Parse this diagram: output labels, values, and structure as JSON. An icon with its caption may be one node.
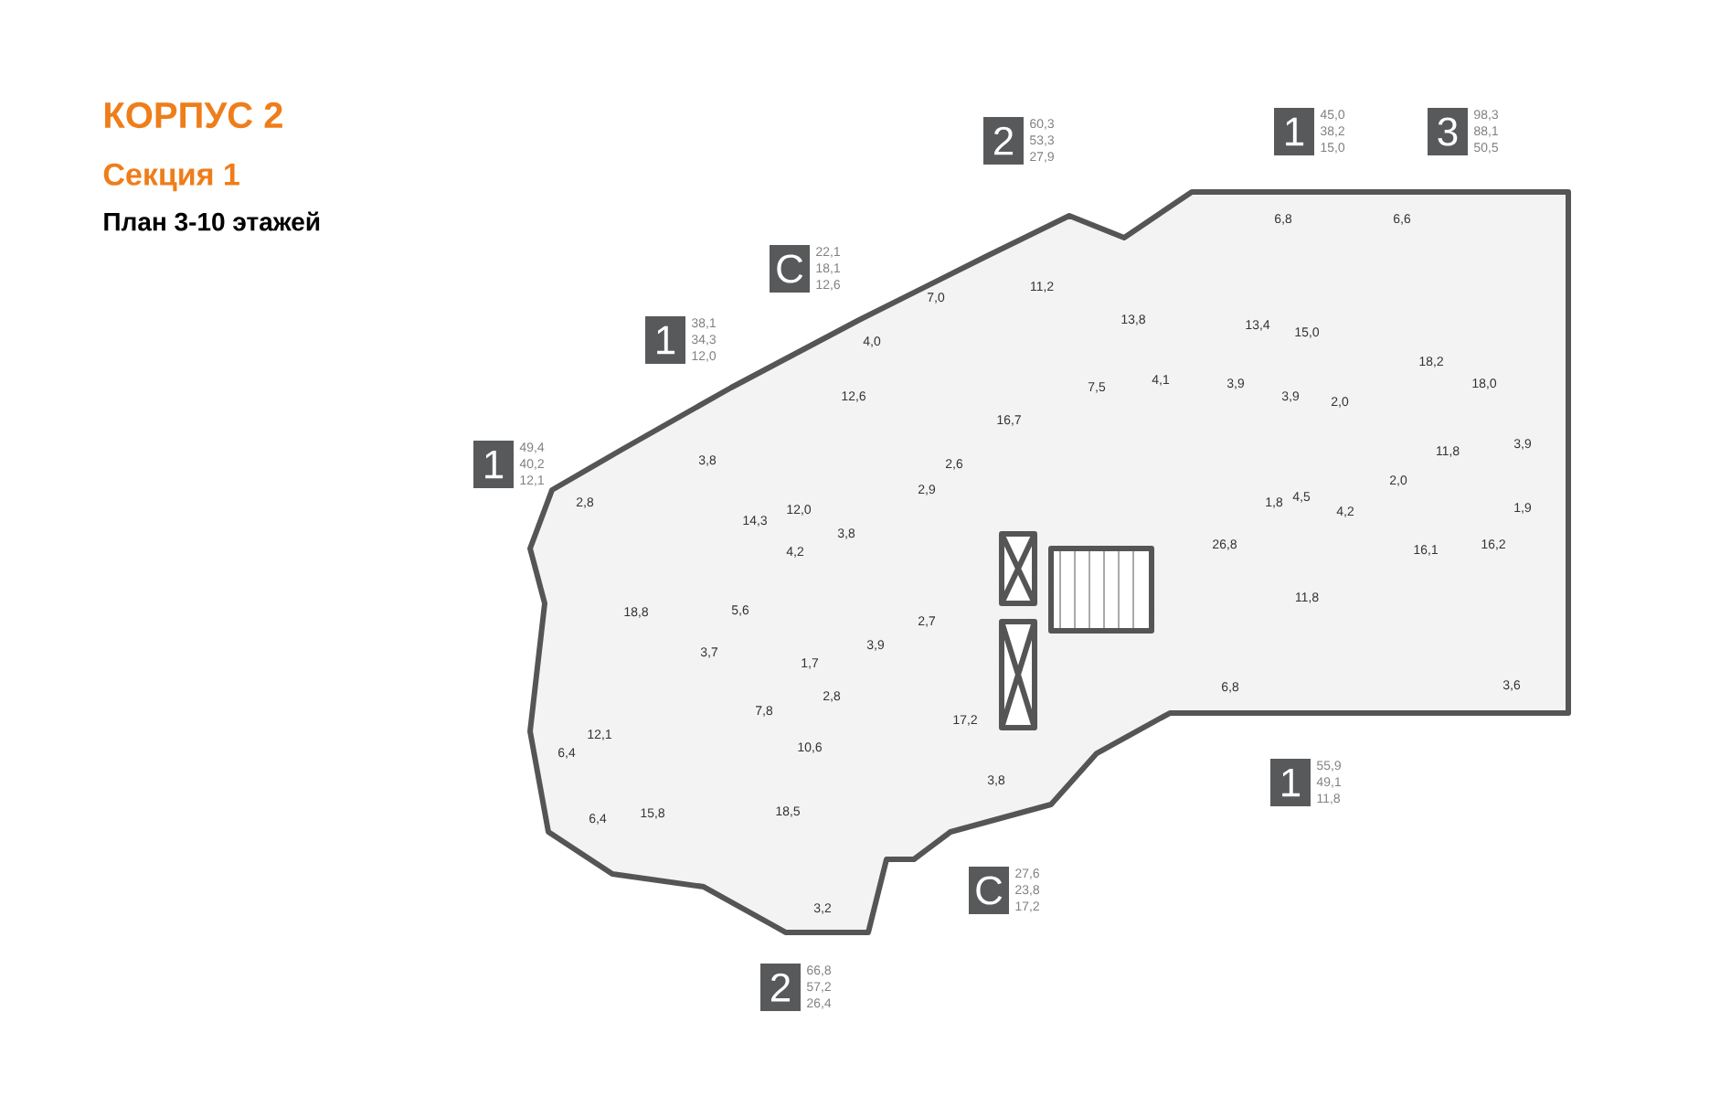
{
  "diagram": {
    "title": "КОРПУС 2",
    "nodes": [
      {
        "text": [
          "2"
        ],
        "beside": [
          "60,3",
          "53,3",
          "27,9"
        ]
      },
      {
        "text": [
          "1"
        ],
        "beside": [
          "45,0",
          "38,2",
          "15,0"
        ]
      },
      {
        "text": [
          "3"
        ],
        "beside": [
          "98,3",
          "88,1",
          "50,5"
        ]
      },
      {
        "text": [
          "С"
        ],
        "beside": [
          "22,1",
          "18,1",
          "12,6"
        ]
      },
      {
        "text": [
          "1"
        ],
        "beside": [
          "38,1",
          "34,3",
          "12,0"
        ]
      },
      {
        "text": [
          "1"
        ],
        "beside": [
          "49,4",
          "40,2",
          "12,1"
        ]
      },
      {
        "text": [
          "1"
        ],
        "beside": [
          "55,9",
          "49,1",
          "11,8"
        ]
      },
      {
        "text": [
          "С"
        ],
        "beside": [
          "27,6",
          "23,8",
          "17,2"
        ]
      },
      {
        "text": [
          "2"
        ],
        "beside": [
          "66,8",
          "57,2",
          "26,4"
        ]
      }
    ],
    "labels": [
      "Секция 1",
      "План 3-10 этажей",
      "6,8",
      "6,6",
      "11,2",
      "7,0",
      "13,4",
      "13,8",
      "15,0",
      "4,0",
      "18,2",
      "18,0",
      "4,1",
      "3,9",
      "3,9",
      "2,0",
      "7,5",
      "12,6",
      "16,7",
      "11,8",
      "3,9",
      "3,8",
      "2,6",
      "2,0",
      "2,9",
      "2,8",
      "4,5",
      "1,8",
      "12,0",
      "4,2",
      "14,3",
      "1,9",
      "3,8",
      "26,8",
      "4,2",
      "16,2",
      "16,1",
      "18,8",
      "11,8",
      "5,6",
      "2,7",
      "3,9",
      "3,7",
      "1,7",
      "6,8",
      "3,6",
      "2,8",
      "7,8",
      "17,2",
      "12,1",
      "10,6",
      "6,4",
      "3,8",
      "18,5",
      "15,8",
      "6,4",
      "3,2"
    ]
  }
}
